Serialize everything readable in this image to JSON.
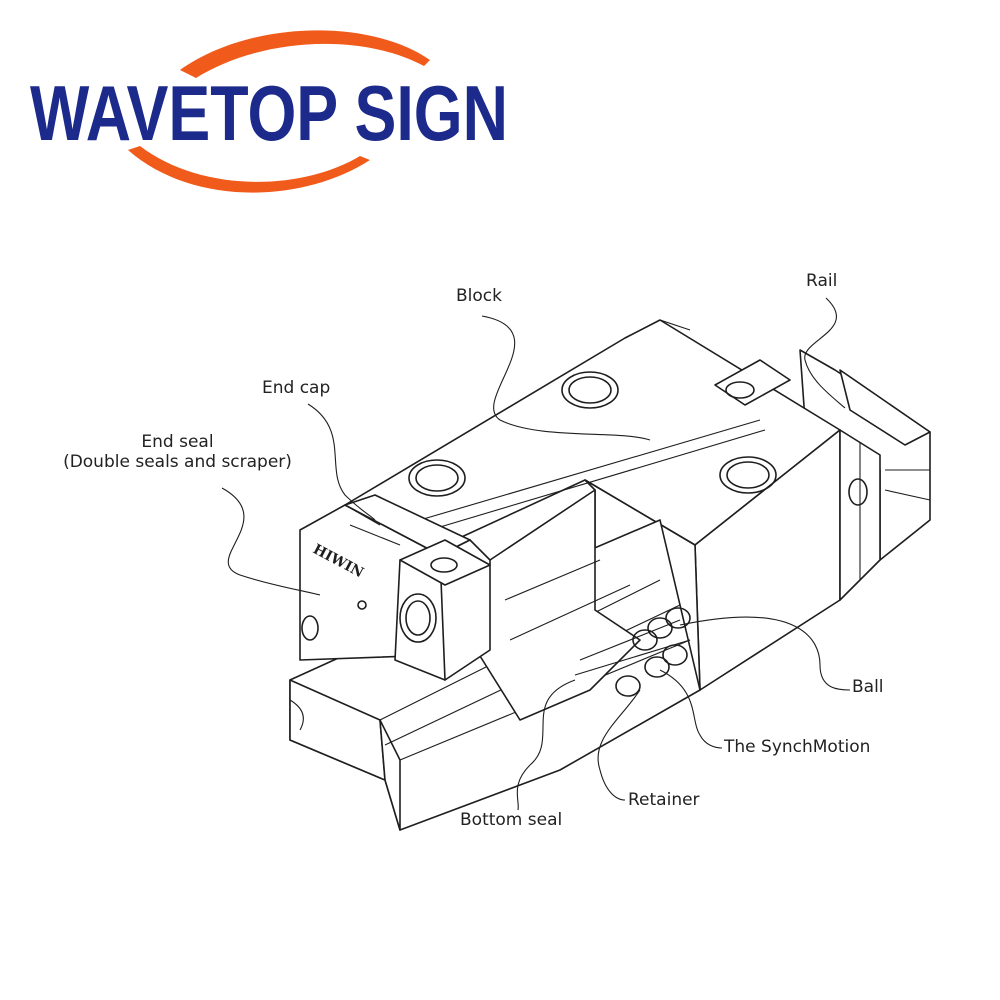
{
  "logo": {
    "text": "WAVETOP SIGN",
    "brand_color": "#1c2a8c",
    "swoosh_color": "#f05a1a"
  },
  "block_engraving": "HIWIN",
  "labels": {
    "block": "Block",
    "rail": "Rail",
    "end_cap": "End cap",
    "end_seal_line1": "End seal",
    "end_seal_line2": "(Double seals and scraper)",
    "ball": "Ball",
    "synchmotion": "The SynchMotion",
    "retainer": "Retainer",
    "bottom_seal": "Bottom seal"
  }
}
